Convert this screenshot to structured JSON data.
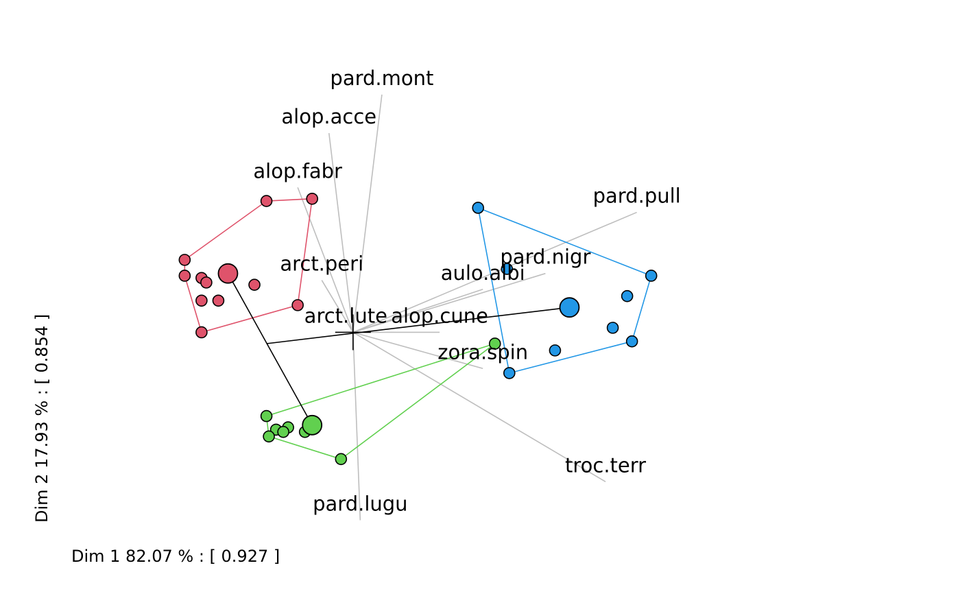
{
  "chart_data": {
    "type": "scatter",
    "xlabel": "Dim  1   82.07 % : [ 0.927 ]",
    "ylabel": "Dim  2   17.93 % : [ 0.854 ]",
    "xlim": [
      -7.34,
      12.62
    ],
    "ylim": [
      -5.78,
      7.34
    ],
    "grid": false,
    "origin": [
      0,
      0
    ],
    "series": [
      {
        "color": "#DF536B",
        "center": [
          -2.6,
          1.3
        ],
        "points": [
          [
            -1.8,
            2.9
          ],
          [
            -0.85,
            2.95
          ],
          [
            -3.5,
            1.6
          ],
          [
            -3.5,
            1.25
          ],
          [
            -3.15,
            1.2
          ],
          [
            -3.05,
            1.1
          ],
          [
            -2.6,
            1.3
          ],
          [
            -2.05,
            1.05
          ],
          [
            -3.15,
            0.7
          ],
          [
            -2.8,
            0.7
          ],
          [
            -1.15,
            0.6
          ],
          [
            -3.15,
            0
          ]
        ],
        "hull": [
          [
            -1.8,
            2.9
          ],
          [
            -0.85,
            2.95
          ],
          [
            -1.15,
            0.6
          ],
          [
            -3.15,
            0
          ],
          [
            -3.5,
            1.25
          ],
          [
            -3.5,
            1.6
          ]
        ],
        "link_point": [
          -1.8,
          -0.25
        ]
      },
      {
        "color": "#2297E6",
        "center": [
          4.5,
          0.55
        ],
        "points": [
          [
            2.6,
            2.75
          ],
          [
            3.2,
            1.4
          ],
          [
            6.2,
            1.25
          ],
          [
            5.7,
            0.8
          ],
          [
            4.5,
            0.55
          ],
          [
            5.4,
            0.1
          ],
          [
            5.8,
            -0.2
          ],
          [
            4.2,
            -0.4
          ],
          [
            3.25,
            -0.9
          ]
        ],
        "hull": [
          [
            2.6,
            2.75
          ],
          [
            6.2,
            1.25
          ],
          [
            5.8,
            -0.2
          ],
          [
            3.25,
            -0.9
          ]
        ]
      },
      {
        "color": "#61D04F",
        "center": [
          -0.85,
          -2.05
        ],
        "points": [
          [
            2.95,
            -0.25
          ],
          [
            -1.8,
            -1.85
          ],
          [
            -0.85,
            -2.05
          ],
          [
            -1.35,
            -2.1
          ],
          [
            -1.6,
            -2.15
          ],
          [
            -1.45,
            -2.2
          ],
          [
            -1.0,
            -2.2
          ],
          [
            -1.75,
            -2.3
          ],
          [
            -0.25,
            -2.8
          ]
        ],
        "hull": [
          [
            2.95,
            -0.25
          ],
          [
            -0.25,
            -2.8
          ],
          [
            -1.75,
            -2.3
          ],
          [
            -1.8,
            -1.85
          ]
        ]
      }
    ],
    "variables": [
      {
        "name": "pard.mont",
        "end": [
          0.6,
          5.25
        ]
      },
      {
        "name": "alop.acce",
        "end": [
          -0.5,
          4.4
        ]
      },
      {
        "name": "alop.fabr",
        "end": [
          -1.15,
          3.2
        ]
      },
      {
        "name": "arct.peri",
        "end": [
          -0.65,
          1.15
        ]
      },
      {
        "name": "pard.pull",
        "end": [
          5.9,
          2.65
        ]
      },
      {
        "name": "pard.nigr",
        "end": [
          4.0,
          1.3
        ]
      },
      {
        "name": "aulo.albi",
        "end": [
          2.7,
          0.95
        ]
      },
      {
        "name": "arct.lute",
        "end": [
          -0.15,
          0.0
        ]
      },
      {
        "name": "alop.cune",
        "end": [
          1.8,
          0.0
        ]
      },
      {
        "name": "zora.spin",
        "end": [
          2.7,
          -0.8
        ]
      },
      {
        "name": "troc.terr",
        "end": [
          5.25,
          -3.3
        ]
      },
      {
        "name": "pard.lugu",
        "end": [
          0.15,
          -4.15
        ]
      }
    ]
  }
}
